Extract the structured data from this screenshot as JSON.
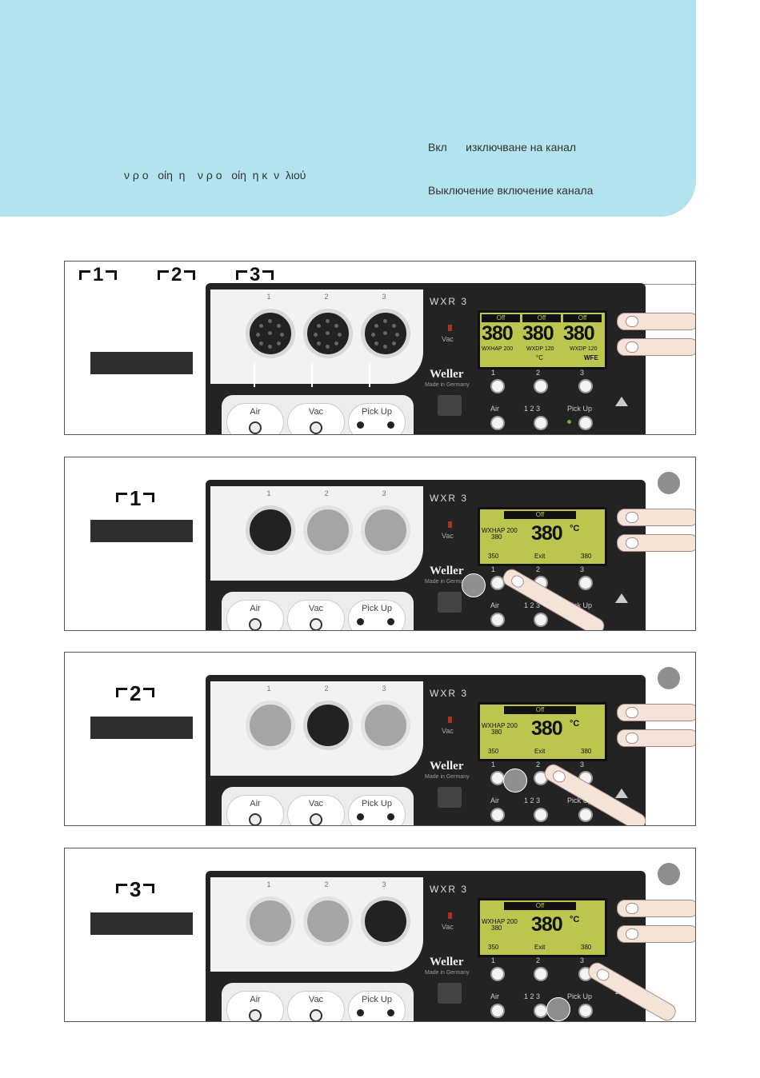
{
  "header": {
    "left_line": "ν ρ ο   οίη  η    ν ρ ο   οίη  η κ  ν  λιού",
    "right_line1": "Вкл      изключване на канал",
    "right_line2": "Выключение включение канала"
  },
  "panel1": {
    "tabs": [
      "1",
      "2",
      "3"
    ]
  },
  "panels": [
    {
      "channel": "1"
    },
    {
      "channel": "2"
    },
    {
      "channel": "3"
    }
  ],
  "station": {
    "model": "WXR  3",
    "brand": "Weller",
    "made_in": "Made  in  Germany",
    "vac_label": "Vac",
    "socket_labels": [
      "1",
      "2",
      "3"
    ],
    "buttons": {
      "air": "Air",
      "vac": "Vac",
      "pickup": "Pick Up"
    },
    "ch_button_labels": [
      "1",
      "2",
      "3"
    ],
    "lower_labels": {
      "air": "Air",
      "channels": "1  2  3",
      "pickup": "Pick Up"
    }
  },
  "lcd_overview": {
    "status": [
      "Off",
      "Off",
      "Off"
    ],
    "temps": [
      "380",
      "380",
      "380"
    ],
    "tools": [
      "WXHAP 200",
      "WXDP 120",
      "WXDP 120"
    ],
    "unit": "°C",
    "flag": "WFE"
  },
  "lcd_channel": {
    "status": "Off",
    "tool": "WXHAP 200",
    "tool_temp": "380",
    "temp": "380",
    "unit": "°C",
    "left": "350",
    "center": "Exit",
    "right": "380"
  }
}
